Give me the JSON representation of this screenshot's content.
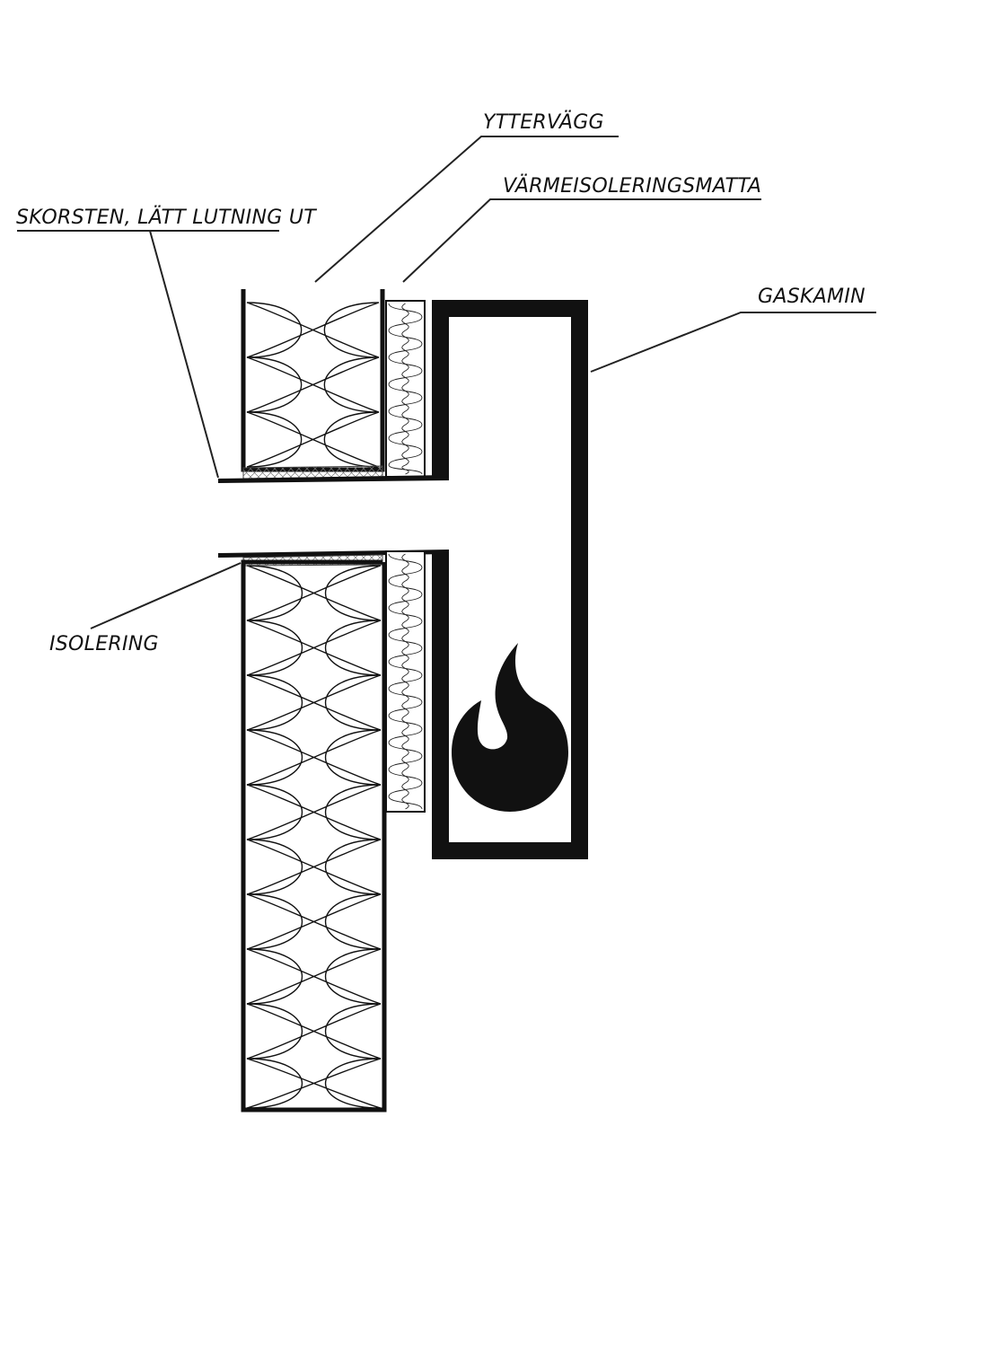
{
  "labels": {
    "yttervagg": "YTTERVÄGG",
    "varmeisolering": "VÄRMEISOLERINGSMATTA",
    "skorsten": "SKORSTEN, LÄTT LUTNING UT",
    "gaskamin": "GASKAMIN",
    "isolering": "ISOLERING"
  },
  "icons": {
    "flame": "flame-icon"
  },
  "colors": {
    "ink": "#111111",
    "background": "#ffffff"
  }
}
